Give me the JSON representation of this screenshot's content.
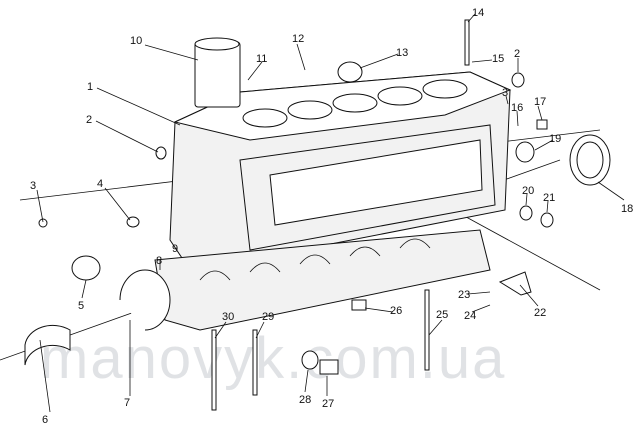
{
  "watermark": "manovyk.com.ua",
  "callouts": {
    "p1": "1",
    "p2a": "2",
    "p2b": "2",
    "p3a": "3",
    "p3b": "3",
    "p4": "4",
    "p5": "5",
    "p6": "6",
    "p7": "7",
    "p8": "8",
    "p9": "9",
    "p10": "10",
    "p11": "11",
    "p12": "12",
    "p13": "13",
    "p14": "14",
    "p15": "15",
    "p16": "16",
    "p17": "17",
    "p18": "18",
    "p19": "19",
    "p20": "20",
    "p21": "21",
    "p22": "22",
    "p23": "23",
    "p24": "24",
    "p25": "25",
    "p26": "26",
    "p27": "27",
    "p28": "28",
    "p29": "29",
    "p30": "30"
  }
}
